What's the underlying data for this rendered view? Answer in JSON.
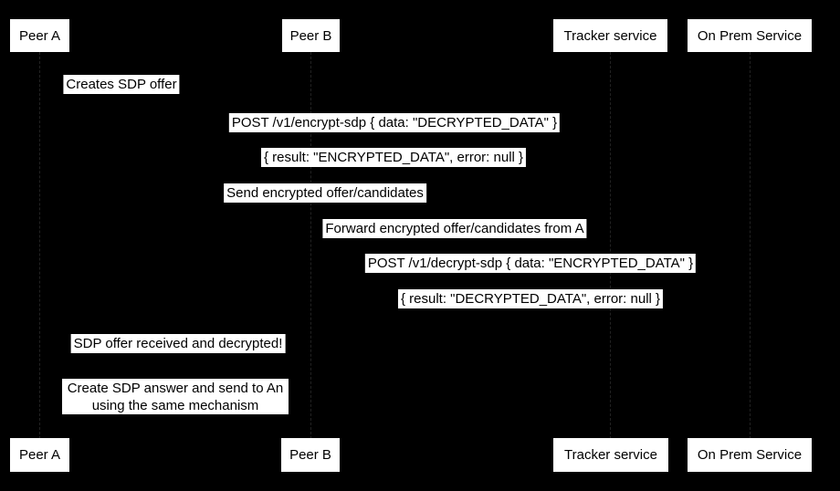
{
  "colors": {
    "background": "#000000",
    "box_fill": "#ffffff",
    "box_text": "#000000",
    "lifeline": "#222222"
  },
  "actors": [
    {
      "label": "Peer A"
    },
    {
      "label": "Peer B"
    },
    {
      "label": "Tracker service"
    },
    {
      "label": "On Prem Service"
    }
  ],
  "messages": [
    {
      "label": "Creates SDP offer"
    },
    {
      "label": "POST /v1/encrypt-sdp { data: \"DECRYPTED_DATA\" }"
    },
    {
      "label": "{ result: \"ENCRYPTED_DATA\", error: null }"
    },
    {
      "label": "Send encrypted offer/candidates"
    },
    {
      "label": "Forward encrypted offer/candidates from A"
    },
    {
      "label": "POST /v1/decrypt-sdp { data: \"ENCRYPTED_DATA\" }"
    },
    {
      "label": "{ result: \"DECRYPTED_DATA\", error: null }"
    },
    {
      "label": "SDP offer received and decrypted!"
    }
  ],
  "note": {
    "line1": "Create SDP answer and send to An",
    "line2": "using the same mechanism"
  }
}
